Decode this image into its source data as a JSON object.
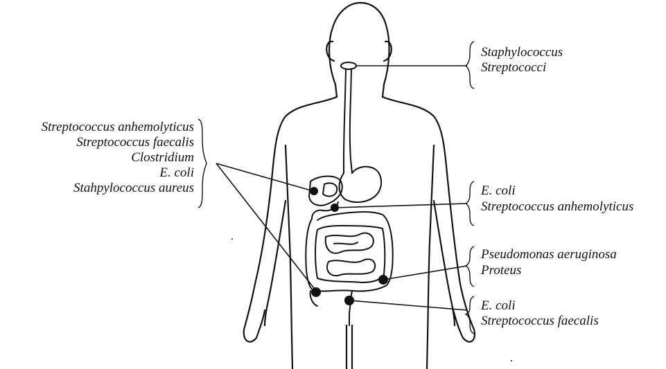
{
  "diagram": {
    "groups": [
      {
        "id": "mouth",
        "labels": [
          "Staphylococcus",
          "Streptococci"
        ]
      },
      {
        "id": "gallbladder-appendix",
        "labels": [
          "Streptococcus  anhemolyticus",
          "Streptococcus faecalis",
          "Clostridium",
          "E. coli",
          "Stahpylococcus aureus"
        ]
      },
      {
        "id": "duodenum",
        "labels": [
          "E. coli",
          "Streptococcus anhemolyticus"
        ]
      },
      {
        "id": "colon",
        "labels": [
          "Pseudomonas aeruginosa",
          "Proteus"
        ]
      },
      {
        "id": "rectum",
        "labels": [
          "E. coli",
          "Streptococcus faecalis"
        ]
      }
    ]
  }
}
